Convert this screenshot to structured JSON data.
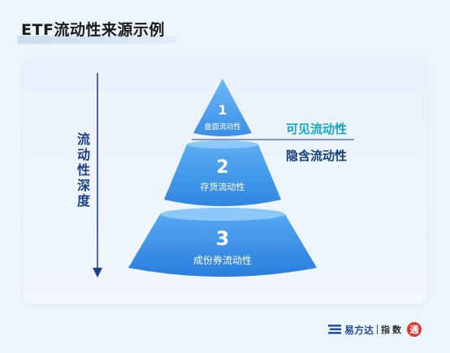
{
  "title": "ETF流动性来源示例",
  "axis_label": "流动性深度",
  "levels": [
    {
      "number": "1",
      "label": "盘面流动性"
    },
    {
      "number": "2",
      "label": "存货流动性"
    },
    {
      "number": "3",
      "label": "成份券流动性"
    }
  ],
  "visible_liquidity": "可见流动性",
  "hidden_liquidity": "隐含流动性",
  "footer": {
    "brand": "易方达",
    "index_text": "指数",
    "seal_char": "通"
  },
  "colors": {
    "pyramid_light": "#5fb0f4",
    "pyramid_dark": "#2e7fe0",
    "axis": "#1c3f8c",
    "visible": "#18a7c9",
    "hidden": "#143d7d"
  }
}
